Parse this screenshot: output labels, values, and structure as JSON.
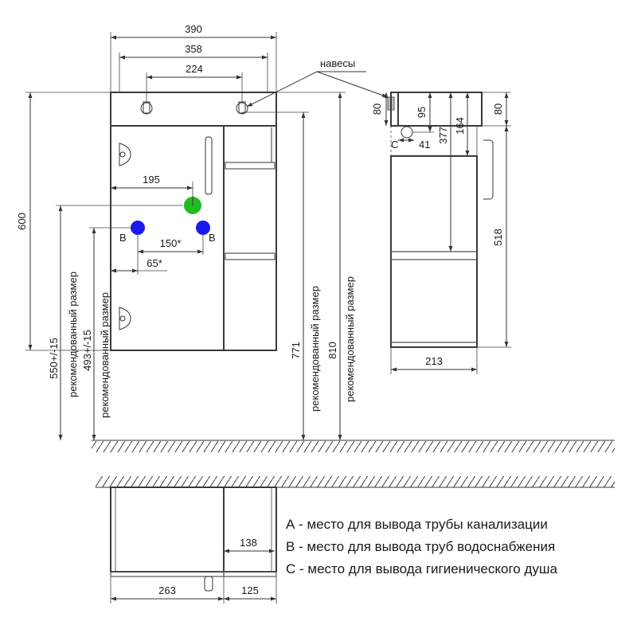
{
  "labels": {
    "hinges": "навесы",
    "marker_b_left": "В",
    "marker_b_right": "В",
    "marker_c": "С",
    "rec_550": "рекомендованный размер",
    "rec_493": "рекомендованный размер",
    "rec_771": "рекомендованный размер",
    "rec_810": "рекомендованный размер"
  },
  "dimensions": {
    "front_width": "390",
    "inner_width": "358",
    "hinge_spacing": "224",
    "height": "600",
    "a_offset": "195",
    "b_spacing": "150*",
    "b_offset": "65*",
    "rec_550": "550+/-15",
    "rec_493": "493+/-15",
    "rec_771": "771",
    "rec_810": "810",
    "side_80_left": "80",
    "side_95": "95",
    "side_377": "377",
    "side_164": "164",
    "side_80_right": "80",
    "side_41": "41",
    "side_518": "518",
    "side_depth": "213",
    "plan_138": "138",
    "plan_263": "263",
    "plan_125": "125"
  },
  "legend": {
    "a": "А - место для вывода трубы канализации",
    "b": "В - место для вывода труб водоснабжения",
    "c": "С - место для вывода гигиенического душа"
  },
  "colors": {
    "drain_a": "#22bb22",
    "water_b": "#1a1aee"
  }
}
